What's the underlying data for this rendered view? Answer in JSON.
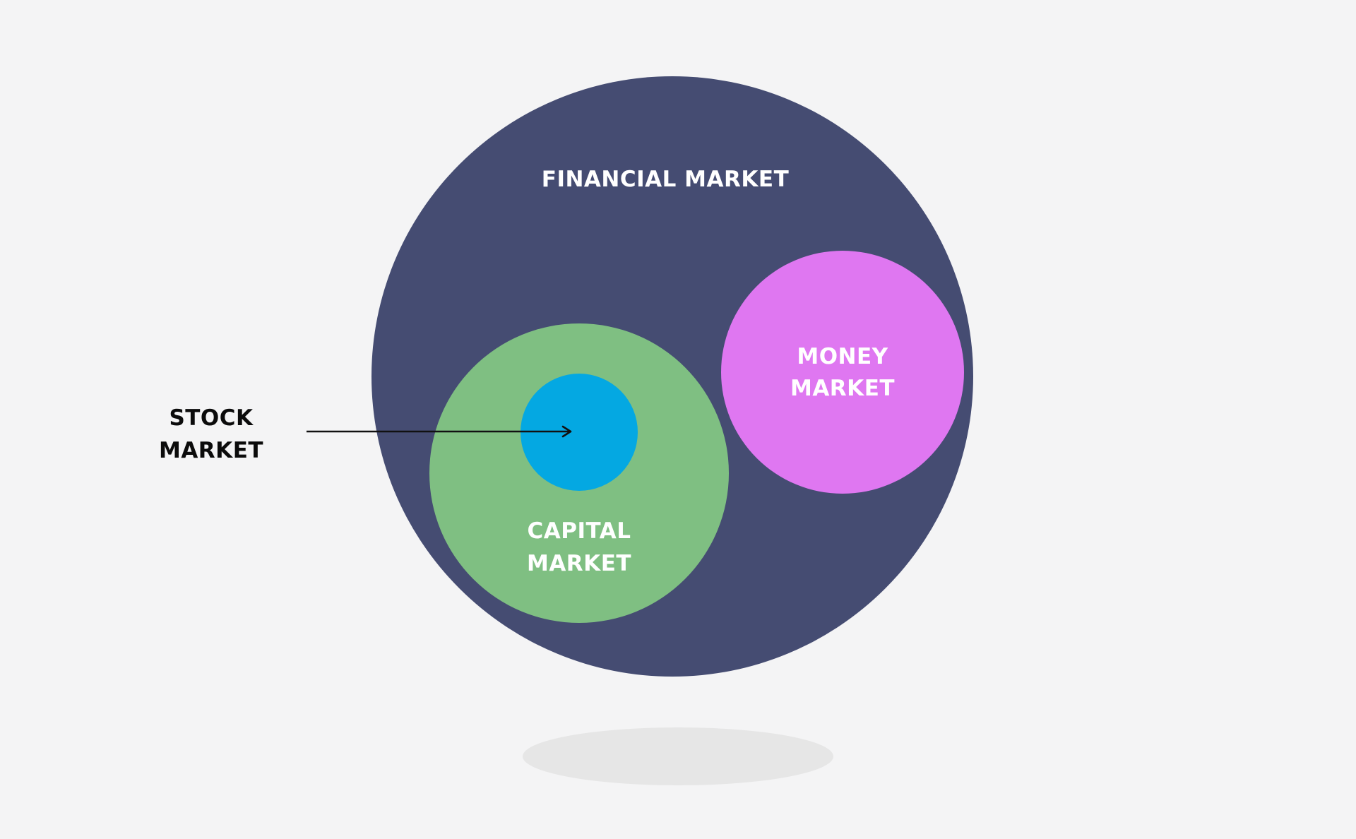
{
  "diagram": {
    "financial_market": {
      "label": "FINANCIAL MARKET",
      "color": "#454c72"
    },
    "money_market": {
      "label_line1": "MONEY",
      "label_line2": "MARKET",
      "color": "#df77f1"
    },
    "capital_market": {
      "label_line1": "CAPITAL",
      "label_line2": "MARKET",
      "color": "#7fbf82"
    },
    "stock_market": {
      "label_line1": "STOCK",
      "label_line2": "MARKET",
      "color": "#04a8e2"
    },
    "text_color_light": "#ffffff",
    "text_color_dark": "#0b0b0b",
    "arrow_color": "#111111",
    "shadow_color": "#e6e6e6",
    "background_color": "#f4f4f5"
  }
}
